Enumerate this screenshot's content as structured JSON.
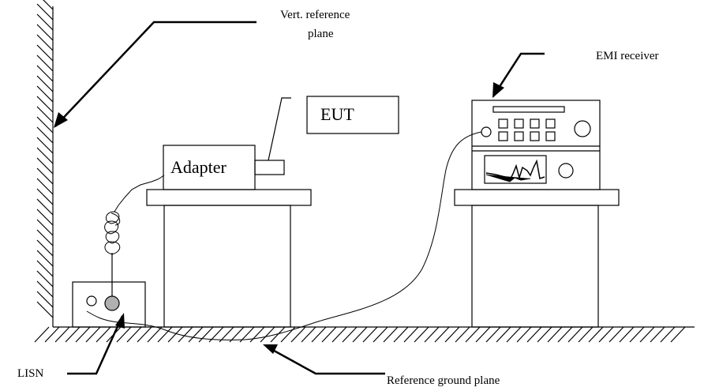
{
  "labels": {
    "vert_ref_line1": "Vert. reference",
    "vert_ref_line2": "plane",
    "emi_receiver": "EMI receiver",
    "eut": "EUT",
    "adapter": "Adapter",
    "lisn": "LISN",
    "ground_plane": "Reference ground plane"
  }
}
